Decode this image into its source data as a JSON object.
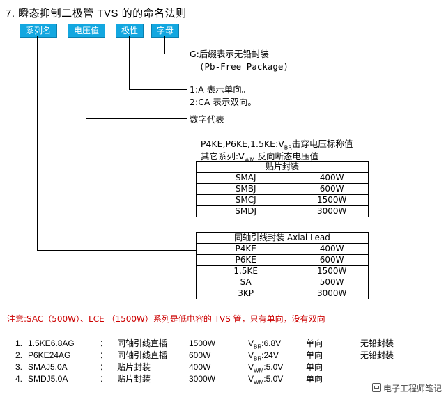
{
  "title": "7. 瞬态抑制二极管 TVS 的的命名法则",
  "tags": [
    {
      "label": "系列名"
    },
    {
      "label": "电压值"
    },
    {
      "label": "极性"
    },
    {
      "label": "字母"
    }
  ],
  "annotations": {
    "suffix_line1": "G:后缀表示无铅封装",
    "suffix_line2": "(Pb-Free Package)",
    "polarity_line1": "1:A 表示单向。",
    "polarity_line2": "2:CA 表示双向。",
    "voltage_line1": "数字代表",
    "voltage_line2_a": "P4KE,P6KE,1.5KE:V",
    "voltage_line2_sub": "BR",
    "voltage_line2_b": "击穿电压标称值",
    "voltage_line3_a": "其它系列:V",
    "voltage_line3_sub": "WM",
    "voltage_line3_b": " 反向断态电压值"
  },
  "table_smd": {
    "header": "贴片封装",
    "rows": [
      {
        "series": "SMAJ",
        "power": "400W"
      },
      {
        "series": "SMBJ",
        "power": "600W"
      },
      {
        "series": "SMCJ",
        "power": "1500W"
      },
      {
        "series": "SMDJ",
        "power": "3000W"
      }
    ]
  },
  "table_axial": {
    "header": "同轴引线封装 Axial Lead",
    "rows": [
      {
        "series": "P4KE",
        "power": "400W"
      },
      {
        "series": "P6KE",
        "power": "600W"
      },
      {
        "series": "1.5KE",
        "power": "1500W"
      },
      {
        "series": "SA",
        "power": "500W"
      },
      {
        "series": "3KP",
        "power": "3000W"
      }
    ]
  },
  "note": "注意:SAC（500W）、LCE （1500W）系列是低电容的 TVS 管，只有单向，没有双向",
  "examples": [
    {
      "index": "1.",
      "part": "1.5KE6.8AG",
      "colon": "：",
      "package": "同轴引线直插",
      "power": "1500W",
      "v_label": "V",
      "v_sub": "BR",
      "v_value": ":6.8V",
      "polarity": "单向",
      "lead": "无铅封装"
    },
    {
      "index": "2.",
      "part": "P6KE24AG",
      "colon": "：",
      "package": "同轴引线直插",
      "power": "600W",
      "v_label": "V",
      "v_sub": "BR",
      "v_value": ":24V",
      "polarity": "单向",
      "lead": "无铅封装"
    },
    {
      "index": "3.",
      "part": "SMAJ5.0A",
      "colon": "：",
      "package": "贴片封装",
      "power": "400W",
      "v_label": "V",
      "v_sub": "WM",
      "v_value": ":5.0V",
      "polarity": "单向",
      "lead": ""
    },
    {
      "index": "4.",
      "part": "SMDJ5.0A",
      "colon": "：",
      "package": "贴片封装",
      "power": "3000W",
      "v_label": "V",
      "v_sub": "WM",
      "v_value": ":5.0V",
      "polarity": "单向",
      "lead": ""
    }
  ],
  "watermark": "电子工程师笔记",
  "colors": {
    "tag_fill": "#13a7e0",
    "tag_border": "#0a7fae",
    "note_color": "#cc0000",
    "line": "#000000"
  }
}
